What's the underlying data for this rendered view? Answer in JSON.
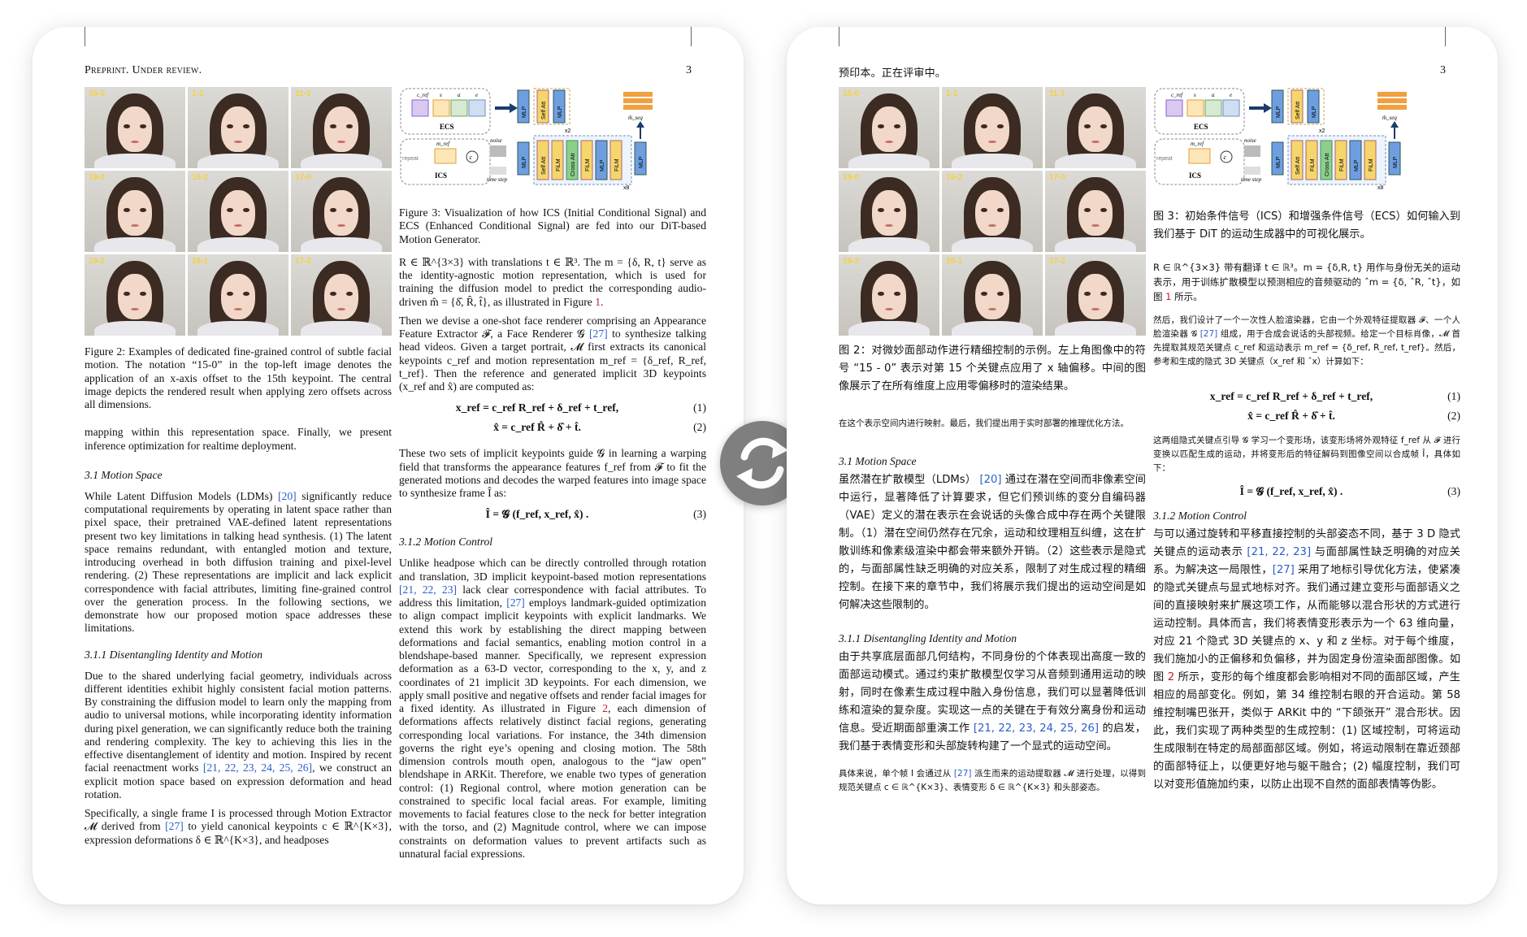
{
  "left": {
    "header": "Preprint. Under review.",
    "page_number": "3",
    "fig2_labels": [
      "15-0",
      "1-1",
      "11-1",
      "19-0",
      "19-2",
      "17-0",
      "19-2",
      "19-1",
      "17-2"
    ],
    "fig2_caption": "Figure 2: Examples of dedicated fine-grained control of subtle facial motion. The notation “15-0” in the top-left image denotes the application of an x-axis offset to the 15th keypoint. The central image depicts the rendered result when applying zero offsets across all dimensions.",
    "mapping_text": "mapping within this representation space. Finally, we present inference optimization for realtime deployment.",
    "sec31": "3.1   Motion Space",
    "p31_a": "While Latent Diffusion Models (LDMs) ",
    "p31_cite": "[20]",
    "p31_b": " significantly reduce computational requirements by operating in latent space rather than pixel space, their pretrained VAE-defined latent representations present two key limitations in talking head synthesis. (1) The latent space remains redundant, with entangled motion and texture, introducing overhead in both diffusion training and pixel-level rendering. (2) These representations are implicit and lack explicit correspondence with facial attributes, limiting fine-grained control over the generation process. In the following sections, we demonstrate how our proposed motion space addresses these limitations.",
    "sec311": "3.1.1   Disentangling Identity and Motion",
    "p311_a": "Due to the shared underlying facial geometry, individuals across different identities exhibit highly consistent facial motion patterns. By constraining the diffusion model to learn only the mapping from audio to universal motions, while incorporating identity information during pixel generation, we can significantly reduce both the training and rendering complexity. The key to achieving this lies in the effective disentanglement of identity and motion. Inspired by recent facial reenactment works ",
    "p311_cites": "[21, 22, 23, 24, 25, 26]",
    "p311_b": ", we construct an explicit motion space based on expression deformation and head rotation.",
    "p311_c": "Specifically, a single frame I is processed through Motion Extractor 𝓜 derived from ",
    "p311_cite2": "[27]",
    "p311_d": " to yield canonical keypoints c ∈ ℝ^{K×3}, expression deformations δ ∈ ℝ^{K×3}, and headposes",
    "diagram": {
      "ecs_items": [
        "c_ref",
        "s",
        "a",
        "e"
      ],
      "ecs_label": "ECS",
      "ics_label": "ICS",
      "mref_label": "m_ref",
      "repeat_label": "repeat",
      "noise_label": "noise",
      "timestep_label": "time step",
      "blocks_top": [
        "MLP",
        "Self Att",
        "MLP"
      ],
      "x2": "x2",
      "blocks_main": [
        "Self Att",
        "FiLM",
        "Cross Att",
        "FiLM",
        "MLP",
        "FiLM"
      ],
      "x8": "x8",
      "mlp": "MLP",
      "mseq": "m̂_seq",
      "concat": "c"
    },
    "fig3_caption": "Figure 3: Visualization of how ICS (Initial Conditional Signal) and ECS (Enhanced Conditional Signal) are fed into our DiT-based Motion Generator.",
    "pR_a": "R ∈ ℝ^{3×3} with translations t ∈ ℝ³. The m = {δ, R, t} serve as the identity-agnostic motion representation, which is used for training the diffusion model to predict the corresponding audio-driven m̂ = {δ̂, R̂, t̂}, as illustrated in Figure ",
    "pR_fig": "1",
    "pR_b": ".",
    "pR2_a": "Then we devise a one-shot face renderer comprising an Appearance Feature Extractor 𝓕, a Face Renderer 𝓖 ",
    "pR2_cite": "[27]",
    "pR2_b": " to synthesize talking head videos. Given a target portrait, 𝓜 first extracts its canonical keypoints c_ref and motion representation m_ref = {δ_ref, R_ref, t_ref}. Then the reference and generated implicit 3D keypoints (x_ref and x̂) are computed as:",
    "eq1": "x_ref = c_ref R_ref + δ_ref + t_ref,",
    "eq1_no": "(1)",
    "eq2": "x̂ = c_ref R̂ + δ̂ + t̂.",
    "eq2_no": "(2)",
    "pR3": "These two sets of implicit keypoints guide 𝓖 in learning a warping field that transforms the appearance features f_ref from 𝓕 to fit the generated motions and decodes the warped features into image space to synthesize frame Î as:",
    "eq3": "Î = 𝓖 (f_ref, x_ref, x̂) .",
    "eq3_no": "(3)",
    "sec312": "3.1.2   Motion Control",
    "p312_a": "Unlike headpose which can be directly controlled through rotation and translation, 3D implicit keypoint-based motion representations ",
    "p312_cites": "[21, 22, 23]",
    "p312_b": " lack clear correspondence with facial attributes. To address this limitation, ",
    "p312_cite2": "[27]",
    "p312_c": " employs landmark-guided optimization to align compact implicit keypoints with explicit landmarks. We extend this work by establishing the direct mapping between deformations and facial semantics, enabling motion control in a blendshape-based manner. Specifically, we represent expression deformation as a 63-D vector, corresponding to the x, y, and z coordinates of 21 implicit 3D keypoints. For each dimension, we apply small positive and negative offsets and render facial images for a fixed identity. As illustrated in Figure ",
    "p312_fig": "2",
    "p312_d": ", each dimension of deformations affects relatively distinct facial regions, generating corresponding local variations. For instance, the 34th dimension governs the right eye’s opening and closing motion. The 58th dimension controls mouth open, analogous to the “jaw open” blendshape in ARKit. Therefore, we enable two types of generation control: (1) Regional control, where motion generation can be constrained to specific local facial areas. For example, limiting movements to facial features close to the neck for better integration with the torso, and (2) Magnitude control, where we can impose constraints on deformation values to prevent artifacts such as unnatural facial expressions."
  },
  "right": {
    "header": "预印本。正在评审中。",
    "page_number": "3",
    "fig2_labels": [
      "15-0",
      "1-1",
      "11-1",
      "19-0",
      "19-2",
      "17-0",
      "19-2",
      "19-1",
      "17-2"
    ],
    "fig2_caption": "图 2：对微妙面部动作进行精细控制的示例。左上角图像中的符号 “15 - 0” 表示对第 15 个关键点应用了 x 轴偏移。中间的图像展示了在所有维度上应用零偏移时的渲染结果。",
    "mapping_text": "在这个表示空间内进行映射。最后，我们提出用于实时部署的推理优化方法。",
    "sec31": "3.1   Motion Space",
    "p31_a": "虽然潜在扩散模型（LDMs） ",
    "p31_cite": "[20]",
    "p31_b": " 通过在潜在空间而非像素空间中运行，显著降低了计算要求，但它们预训练的变分自编码器（VAE）定义的潜在表示在会说话的头像合成中存在两个关键限制。（1）潜在空间仍然存在冗余，运动和纹理相互纠缠，这在扩散训练和像素级渲染中都会带来额外开销。（2）这些表示是隐式的，与面部属性缺乏明确的对应关系，限制了对生成过程的精细控制。在接下来的章节中，我们将展示我们提出的运动空间是如何解决这些限制的。",
    "sec311": "3.1.1   Disentangling Identity and Motion",
    "p311_a": "由于共享底层面部几何结构，不同身份的个体表现出高度一致的面部运动模式。通过约束扩散模型仅学习从音频到通用运动的映射，同时在像素生成过程中融入身份信息，我们可以显著降低训练和渲染的复杂度。实现这一点的关键在于有效分离身份和运动信息。受近期面部重演工作 ",
    "p311_cites": "[21, 22, 23, 24, 25, 26]",
    "p311_b": " 的启发，我们基于表情变形和头部旋转构建了一个显式的运动空间。",
    "p311_c": "具体来说，单个帧 I 会通过从 ",
    "p311_cite2": "[27]",
    "p311_d": " 派生而来的运动提取器 𝓜 进行处理，以得到规范关键点 c ∈ ℝ^{K×3}、表情变形 δ ∈ ℝ^{K×3} 和头部姿态。",
    "fig3_caption": "图 3：初始条件信号（ICS）和增强条件信号（ECS）如何输入到我们基于 DiT 的运动生成器中的可视化展示。",
    "pR_a": "R ∈ ℝ^{3×3} 带有翻译 t ∈ ℝ³。m = {δ,R, t} 用作与身份无关的运动表示，用于训练扩散模型以预测相应的音频驱动的 ˆm = {δ, ˆR, ˆt}，如图 ",
    "pR_fig": "1",
    "pR_b": " 所示。",
    "pR2_a": "然后，我们设计了一个一次性人脸渲染器，它由一个外观特征提取器 𝓕、一个人脸渲染器 𝓖 ",
    "pR2_cite": "[27]",
    "pR2_b": " 组成，用于合成会说话的头部视频。给定一个目标肖像，𝓜 首先提取其规范关键点 c_ref 和运动表示 m_ref = {δ_ref, R_ref, t_ref}。然后，参考和生成的隐式 3D 关键点（x_ref 和 ˆx）计算如下：",
    "eq1": "x_ref = c_ref R_ref + δ_ref + t_ref,",
    "eq1_no": "(1)",
    "eq2": "x̂ = c_ref R̂ + δ̂ + t̂.",
    "eq2_no": "(2)",
    "pR3": "这两组隐式关键点引导 𝓖 学习一个变形场，该变形场将外观特征 f_ref 从 𝓕 进行变换以匹配生成的运动，并将变形后的特征解码到图像空间以合成帧 Î，具体如下：",
    "eq3": "Î = 𝓖 (f_ref, x_ref, x̂) .",
    "eq3_no": "(3)",
    "sec312": "3.1.2   Motion Control",
    "p312_a": "与可以通过旋转和平移直接控制的头部姿态不同，基于 3 D 隐式关键点的运动表示 ",
    "p312_cites": "[21, 22, 23]",
    "p312_b": " 与面部属性缺乏明确的对应关系。为解决这一局限性，",
    "p312_cite2": "[27]",
    "p312_c": " 采用了地标引导优化方法，使紧凑的隐式关键点与显式地标对齐。我们通过建立变形与面部语义之间的直接映射来扩展这项工作，从而能够以混合形状的方式进行运动控制。具体而言，我们将表情变形表示为一个 63 维向量，对应 21 个隐式 3D 关键点的 x、y 和 z 坐标。对于每个维度，我们施加小的正偏移和负偏移，并为固定身份渲染面部图像。如图 ",
    "p312_fig": "2",
    "p312_d": " 所示，变形的每个维度都会影响相对不同的面部区域，产生相应的局部变化。例如，第 34 维控制右眼的开合运动。第 58 维控制嘴巴张开，类似于 ARKit 中的 “下颌张开” 混合形状。因此，我们实现了两种类型的生成控制：(1) 区域控制，可将运动生成限制在特定的局部面部区域。例如，将运动限制在靠近颈部的面部特征上，以便更好地与躯干融合；(2) 幅度控制，我们可以对变形值施加约束，以防止出现不自然的面部表情等伪影。"
  },
  "colors": {
    "citation": "#2a5dcc",
    "figure_ref": "#c0182d",
    "page_bg": "#ffffff",
    "swap_button": "#7f7f7f",
    "ecs_purple": "#8a63c8",
    "ics_orange": "#f0a040",
    "block_yellow": "#f6d56a",
    "block_blue": "#6d9fe0",
    "block_green": "#8ccf8c"
  },
  "swap_icon": "swap-arrows-icon"
}
